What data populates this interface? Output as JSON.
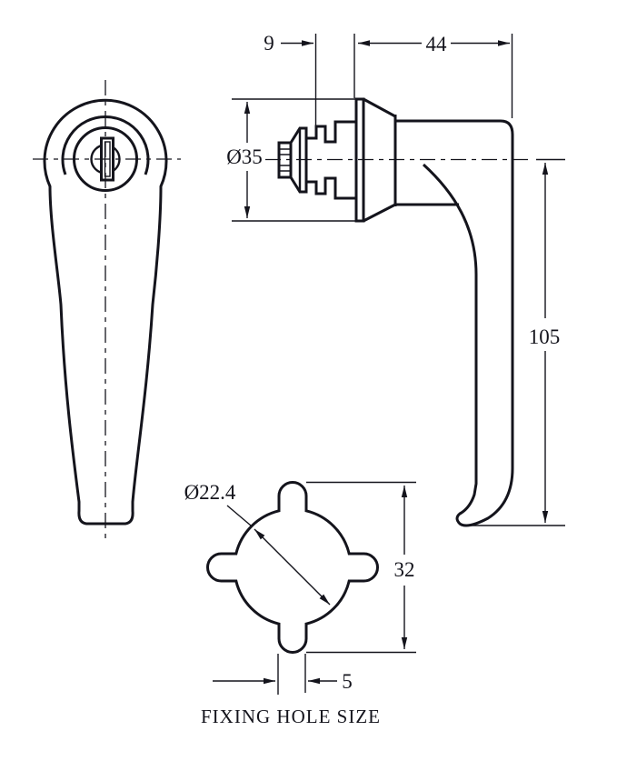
{
  "drawing": {
    "caption": "FIXING HOLE SIZE",
    "colors": {
      "line": "#14141c",
      "background": "#ffffff"
    },
    "dimensions": {
      "spindle_offset": "9",
      "body_length": "44",
      "bezel_diameter": "Ø35",
      "handle_length": "105",
      "hole_diameter": "Ø22.4",
      "hole_height": "32",
      "notch_width": "5"
    }
  }
}
